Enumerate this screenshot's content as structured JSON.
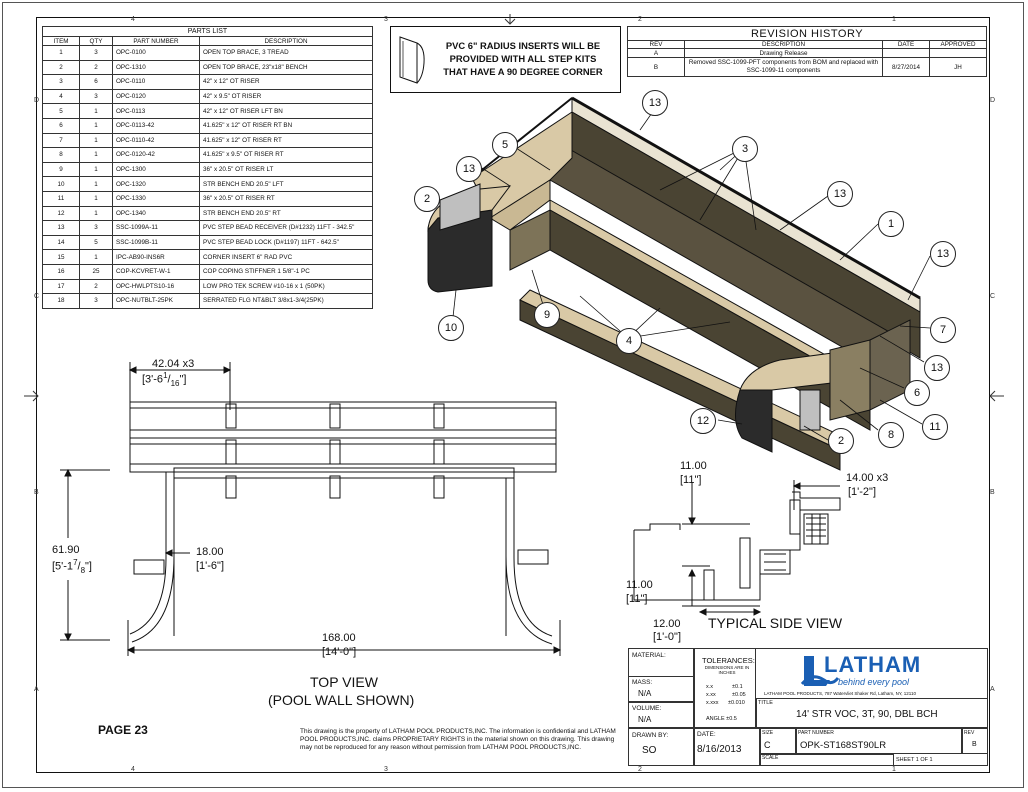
{
  "zones": {
    "top": [
      "4",
      "3",
      "2",
      "1"
    ],
    "bottom": [
      "4",
      "3",
      "2",
      "1"
    ],
    "left": [
      "D",
      "C",
      "B",
      "A"
    ],
    "right": [
      "D",
      "C",
      "B",
      "A"
    ]
  },
  "parts_list": {
    "title": "PARTS LIST",
    "headers": [
      "ITEM",
      "QTY",
      "PART NUMBER",
      "DESCRIPTION"
    ],
    "rows": [
      [
        "1",
        "3",
        "OPC-0100",
        "OPEN TOP BRACE, 3 TREAD"
      ],
      [
        "2",
        "2",
        "OPC-1310",
        "OPEN TOP BRACE, 23\"x18\" BENCH"
      ],
      [
        "3",
        "6",
        "OPC-0110",
        "42\" x 12\" OT RISER"
      ],
      [
        "4",
        "3",
        "OPC-0120",
        "42\" x 9.5\" OT RISER"
      ],
      [
        "5",
        "1",
        "OPC-0113",
        "42\" x 12\" OT RISER LFT BN"
      ],
      [
        "6",
        "1",
        "OPC-0113-42",
        "41.625\" x 12\" OT RISER RT BN"
      ],
      [
        "7",
        "1",
        "OPC-0110-42",
        "41.625\" x 12\" OT RISER RT"
      ],
      [
        "8",
        "1",
        "OPC-0120-42",
        "41.625\" x 9.5\" OT RISER RT"
      ],
      [
        "9",
        "1",
        "OPC-1300",
        "36\" x 20.5\" OT RISER LT"
      ],
      [
        "10",
        "1",
        "OPC-1320",
        "STR BENCH END 20.5\" LFT"
      ],
      [
        "11",
        "1",
        "OPC-1330",
        "36\" x 20.5\" OT RISER RT"
      ],
      [
        "12",
        "1",
        "OPC-1340",
        "STR BENCH END 20.5\" RT"
      ],
      [
        "13",
        "3",
        "SSC-1099A-11",
        "PVC STEP BEAD RECEIVER (D#1232) 11FT - 342.5\""
      ],
      [
        "14",
        "5",
        "SSC-1099B-11",
        "PVC STEP BEAD LOCK (D#1197) 11FT - 642.5\""
      ],
      [
        "15",
        "1",
        "IPC-AB90-INS6R",
        "CORNER INSERT 6\" RAD PVC"
      ],
      [
        "16",
        "25",
        "COP-KCVRET-W-1",
        "COP COPING STIFFNER 1 5/8\"-1 PC"
      ],
      [
        "17",
        "2",
        "OPC-HWLPTS10-16",
        "LOW PRO TEK SCREW #10-16 x 1 (50PK)"
      ],
      [
        "18",
        "3",
        "OPC-NUTBLT-25PK",
        "SERRATED FLG NT&BLT 3/8x1-3/4(25PK)"
      ]
    ]
  },
  "note": {
    "lines": [
      "PVC 6\" RADIUS INSERTS WILL BE",
      "PROVIDED WITH ALL STEP KITS",
      "THAT HAVE A 90 DEGREE CORNER"
    ]
  },
  "revision_history": {
    "title": "REVISION HISTORY",
    "headers": [
      "REV",
      "DESCRIPTION",
      "DATE",
      "APPROVED"
    ],
    "rows": [
      [
        "A",
        "Drawing Release",
        "",
        ""
      ],
      [
        "B",
        "Removed SSC-1099-PFT components from BOM and replaced with SSC-1099-11 components",
        "8/27/2014",
        "JH"
      ]
    ]
  },
  "callouts": [
    "13",
    "5",
    "13",
    "2",
    "3",
    "13",
    "1",
    "13",
    "7",
    "13",
    "6",
    "11",
    "8",
    "2",
    "12",
    "10",
    "9",
    "4"
  ],
  "top_view": {
    "dim_width_top": "42.04",
    "dim_width_top_mult": "x3",
    "dim_width_top_ft_a": "[3'-6",
    "dim_width_top_ft_num": "1",
    "dim_width_top_ft_den": "16",
    "dim_width_top_ft_b": "\"]",
    "dim_height": "61.90",
    "dim_height_ft_a": "[5'-1",
    "dim_height_ft_num": "7",
    "dim_height_ft_den": "8",
    "dim_height_ft_b": "\"]",
    "dim_bench": "18.00",
    "dim_bench_ft": "[1'-6\"]",
    "dim_total": "168.00",
    "dim_total_ft": "[14'-0\"]",
    "label_1": "TOP VIEW",
    "label_2": "(POOL WALL SHOWN)"
  },
  "side_view": {
    "dim_a": "11.00",
    "dim_a_ft": "[11\"]",
    "dim_b": "14.00 x3",
    "dim_b_ft": "[1'-2\"]",
    "dim_c": "11.00",
    "dim_c_ft": "[11\"]",
    "dim_d": "12.00",
    "dim_d_ft": "[1'-0\"]",
    "label": "TYPICAL SIDE VIEW"
  },
  "page_label": "PAGE 23",
  "disclaimer": "This drawing is the property of LATHAM POOL PRODUCTS,INC. The information is confidential and LATHAM POOL PRODUCTS,INC. claims PROPRIETARY RIGHTS in the material shown on this drawing. This drawing may not be reproduced for any reason without permission from LATHAM POOL PRODUCTS,INC.",
  "title_block": {
    "material_label": "MATERIAL:",
    "mass_label": "MASS:",
    "mass": "N/A",
    "volume_label": "VOLUME:",
    "volume": "N/A",
    "tolerances_label": "TOLERANCES:",
    "tolerances_note": "DIMENSIONS ARE IN INCHES",
    "tol_rows": [
      [
        "x.x",
        "±0.1"
      ],
      [
        "x.xx",
        "±0.05"
      ],
      [
        "x.xxx",
        "±0.010"
      ]
    ],
    "angle": "ANGLE ±0.5",
    "logo": "LATHAM",
    "tagline": "behind every pool",
    "address": "LATHAM POOL PRODUCTS, 787 Watervliet Shaker Rd, Latham, NY, 12110",
    "title_label": "TITLE",
    "title": "14' STR VOC, 3T, 90, DBL BCH",
    "drawn_by_label": "DRAWN BY:",
    "drawn_by": "SO",
    "date_label": "DATE:",
    "date": "8/16/2013",
    "size_label": "SIZE",
    "size": "C",
    "part_number_label": "PART NUMBER",
    "part_number": "OPK-ST168ST90LR",
    "rev_label": "REV",
    "rev": "B",
    "scale_label": "SCALE",
    "sheet": "SHEET 1  OF 1"
  },
  "colors": {
    "riser_dark": "#4a4433",
    "riser_mid": "#7d7358",
    "tread": "#d9c9a6",
    "bench": "#2b2b2b",
    "logo_blue": "#1a5fb4"
  }
}
